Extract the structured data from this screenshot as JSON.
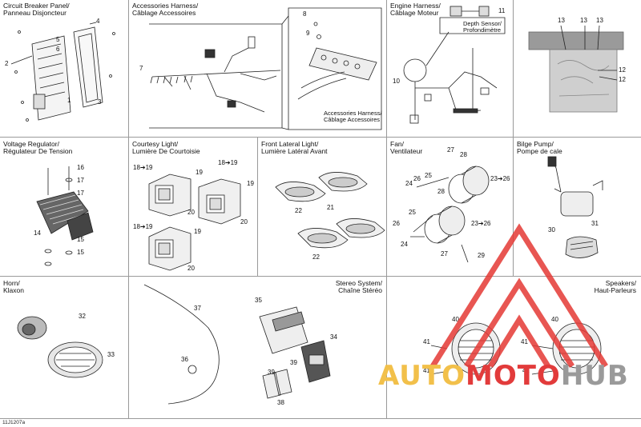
{
  "panels": {
    "circuit_breaker": {
      "title": "Circuit Breaker Panel/\nPanneau Disjoncteur",
      "callouts": [
        "1",
        "2",
        "3",
        "4",
        "5",
        "6"
      ]
    },
    "accessories_harness": {
      "title": "Accessories Harness/\nCâblage Accessoires",
      "callouts": [
        "7",
        "8",
        "9"
      ],
      "inset_label": "Accessories Harness/\nCâblage Accessoires"
    },
    "engine_harness": {
      "title": "Engine Harness/\nCâblage Moteur",
      "callouts": [
        "10",
        "11"
      ],
      "sensor_label": "Depth Sensor/\nProfondimètre"
    },
    "engine_top": {
      "callouts": [
        "12",
        "12",
        "13",
        "13",
        "13"
      ]
    },
    "voltage_regulator": {
      "title": "Voltage Regulator/\nRégulateur De Tension",
      "callouts": [
        "14",
        "15",
        "15",
        "16",
        "17",
        "17"
      ]
    },
    "courtesy_light": {
      "title": "Courtesy Light/\nLumière De Courtoisie",
      "callouts": [
        "18➔19",
        "18➔19",
        "18➔19",
        "19",
        "19",
        "19",
        "20",
        "20",
        "20"
      ]
    },
    "front_lateral_light": {
      "title": "Front Lateral Light/\nLumière Latéral Avant",
      "callouts": [
        "21",
        "22",
        "22"
      ]
    },
    "fan": {
      "title": "Fan/\nVentilateur",
      "callouts": [
        "23➔26",
        "23➔26",
        "24",
        "24",
        "25",
        "25",
        "26",
        "26",
        "27",
        "27",
        "28",
        "28",
        "29"
      ]
    },
    "bilge_pump": {
      "title": "Bilge Pump/\nPompe de cale",
      "callouts": [
        "30",
        "31"
      ]
    },
    "horn": {
      "title": "Horn/\nKlaxon",
      "callouts": [
        "32",
        "33"
      ]
    },
    "stereo": {
      "title": "Stereo System/\nChaîne  Stéréo",
      "callouts": [
        "34",
        "35",
        "36",
        "37",
        "38",
        "39",
        "39"
      ]
    },
    "speakers": {
      "title": "Speakers/\nHaut-Parleurs",
      "callouts": [
        "40",
        "40",
        "41",
        "41",
        "41",
        "41"
      ]
    }
  },
  "footer_code": "11J1207a",
  "watermark": {
    "text_a": "AUTO",
    "text_b": "MOTO",
    "text_c": "HUB",
    "color_a": "#f2c04a",
    "color_b": "#e23b3b",
    "color_c": "#9a9a9a",
    "logo_color": "#e53935"
  }
}
